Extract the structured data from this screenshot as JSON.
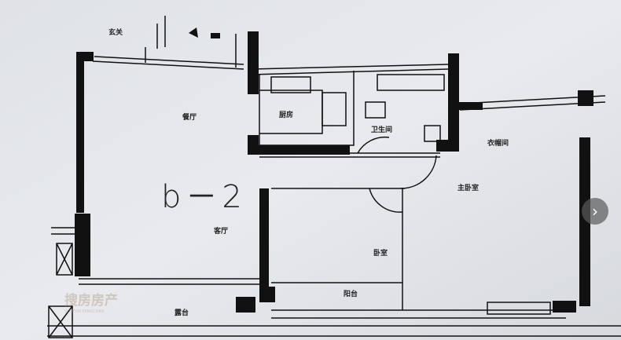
{
  "plan": {
    "title": "b－2",
    "rooms": {
      "entrance": "玄关",
      "dining": "餐厅",
      "kitchen": "厨房",
      "bathroom": "卫生间",
      "closet": "衣帽间",
      "master_bedroom": "主卧室",
      "living": "客厅",
      "bedroom": "卧室",
      "balcony": "阳台",
      "terrace": "露台"
    }
  },
  "watermark": {
    "text": "搜房房产",
    "sub": "SOUFUN FANGCHAN"
  },
  "carousel": {
    "next_icon": "chevron-right-icon",
    "next_label": "›"
  }
}
